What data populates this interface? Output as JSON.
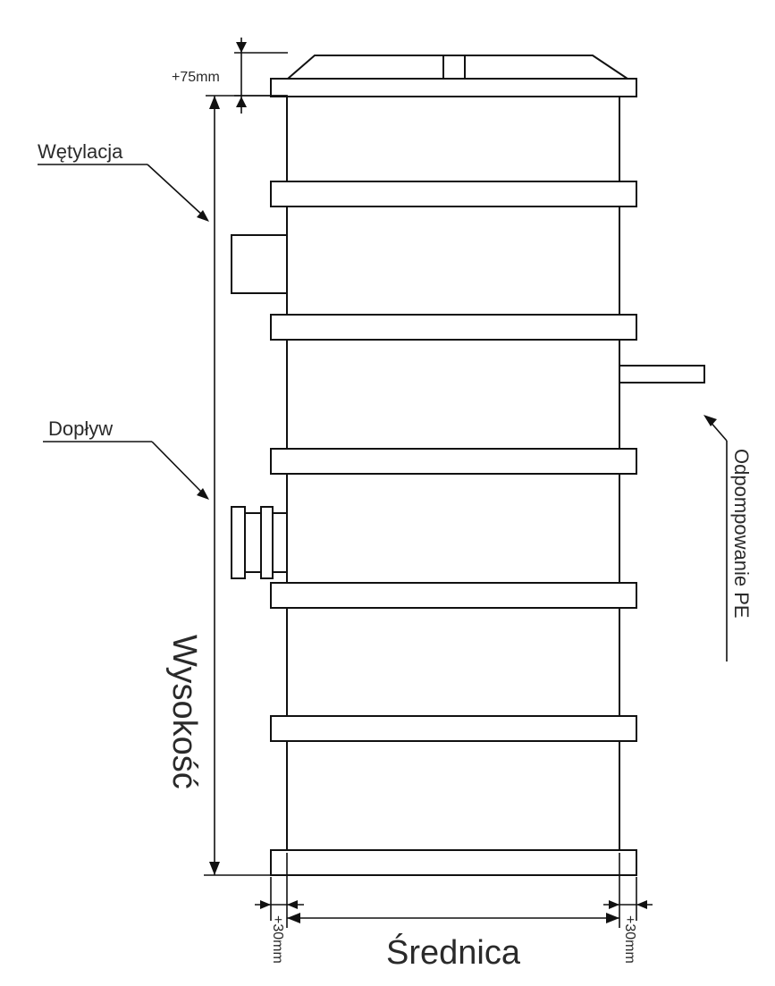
{
  "labels": {
    "top_offset": "+75mm",
    "ventilation": "Wętylacja",
    "inflow": "Dopływ",
    "height": "Wysokość",
    "pumping_outlet": "Odpompowanie PE",
    "diameter": "Średnica",
    "bottom_offset_left": "+30mm",
    "bottom_offset_right": "+30mm"
  },
  "colors": {
    "stroke": "#111111",
    "fill": "#ffffff",
    "text": "#2a2a2a"
  }
}
